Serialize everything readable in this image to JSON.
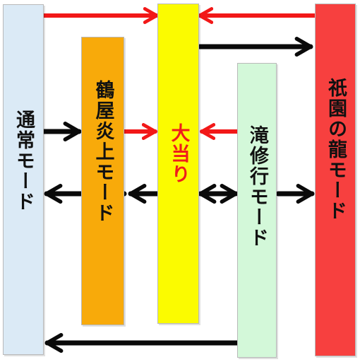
{
  "colors": {
    "normal": "#dbeaf6",
    "tsuruya": "#f8aa0a",
    "jackpot": "#fbfb00",
    "takishugyo": "#d3f8d9",
    "gion": "#f7403f",
    "arrow_red": "#f21818",
    "arrow_black": "#0a0a0a",
    "jackpot_text": "#f01c1c",
    "text": "#111111"
  },
  "modes": {
    "normal": "通常モード",
    "tsuruya": "鶴屋炎上モード",
    "jackpot": "大当り",
    "takishugyo": "滝修行モード",
    "gion": "祇園の龍モード"
  },
  "arrows": [
    {
      "from": "normal",
      "to": "jackpot",
      "color": "red"
    },
    {
      "from": "gion",
      "to": "jackpot",
      "color": "red"
    },
    {
      "from": "jackpot",
      "to": "gion",
      "color": "black"
    },
    {
      "from": "normal",
      "to": "tsuruya",
      "color": "black"
    },
    {
      "from": "tsuruya",
      "to": "jackpot",
      "color": "red"
    },
    {
      "from": "takishugyo",
      "to": "jackpot",
      "color": "red"
    },
    {
      "from": "tsuruya",
      "to": "normal",
      "color": "black",
      "bidirectional": true
    },
    {
      "from": "tsuruya",
      "to": "jackpot",
      "color": "black",
      "bidirectional": true
    },
    {
      "from": "jackpot",
      "to": "takishugyo",
      "color": "black",
      "bidirectional": true
    },
    {
      "from": "takishugyo",
      "to": "gion",
      "color": "black"
    },
    {
      "from": "takishugyo",
      "to": "normal",
      "color": "black"
    }
  ]
}
